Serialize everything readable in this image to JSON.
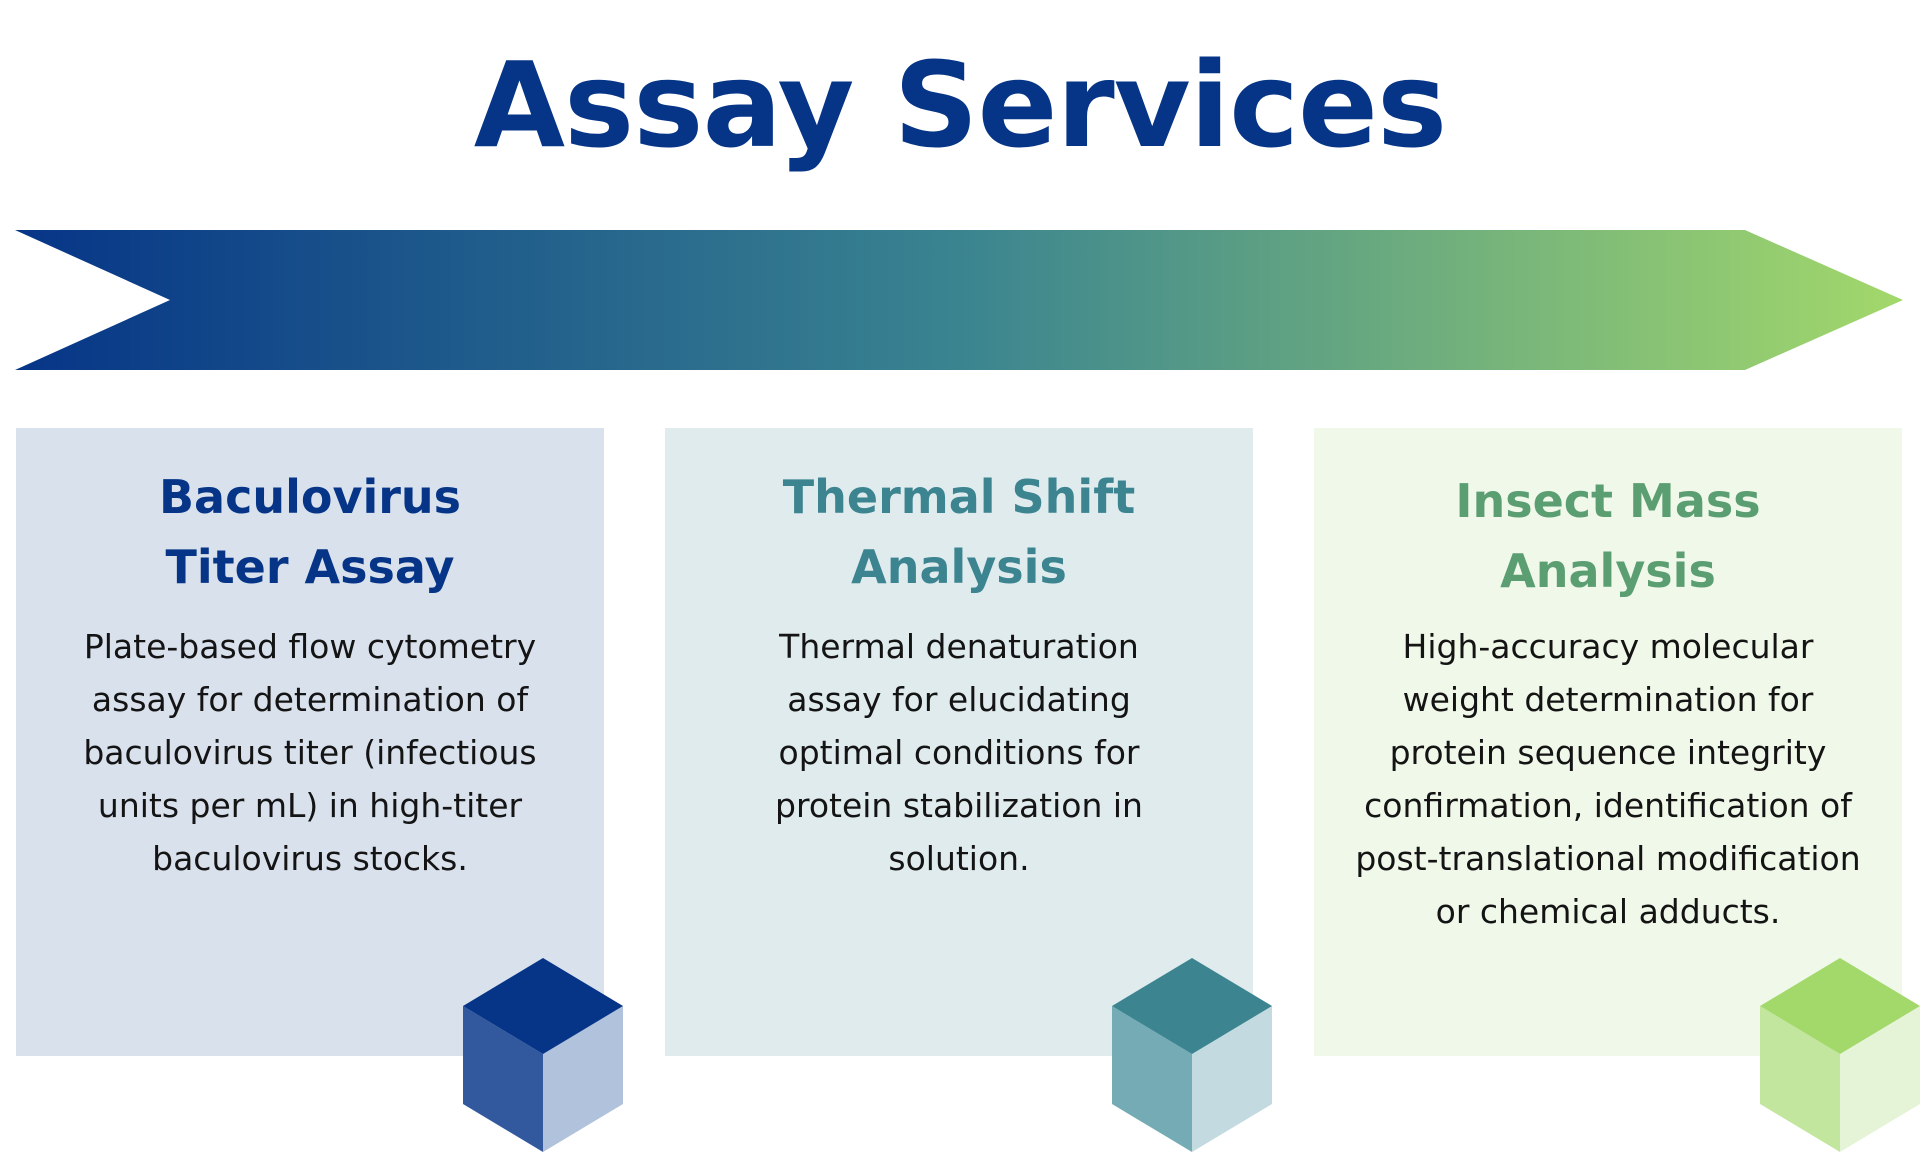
{
  "title": "Assay Services",
  "colors": {
    "title": "#063587",
    "arrow_start": "#063587",
    "arrow_mid": "#3a8490",
    "arrow_end": "#a3d86b"
  },
  "cards": [
    {
      "heading": "Baculovirus\nTiter Assay",
      "body": "Plate-based flow cytometry\nassay for determination of\nbaculovirus titer (infectious\nunits per mL) in high-titer\nbaculovirus stocks.",
      "heading_color": "#063587",
      "bg_color": "#d9e1ed",
      "cube": {
        "top": "#063587",
        "left": "#32599d",
        "right": "#b1c2dd",
        "icon": "cube-icon"
      }
    },
    {
      "heading": "Thermal Shift\nAnalysis",
      "body": "Thermal denaturation\nassay for elucidating\noptimal conditions for\nprotein stabilization in\nsolution.",
      "heading_color": "#3b8490",
      "bg_color": "#e0ebee",
      "cube": {
        "top": "#3b8490",
        "left": "#74abb4",
        "right": "#c3dbe0",
        "icon": "cube-icon"
      }
    },
    {
      "heading": "Insect Mass\nAnalysis",
      "body": "High-accuracy molecular\nweight determination for\nprotein sequence integrity\nconfirmation, identification of\npost-translational modification\nor chemical adducts.",
      "heading_color": "#5a9e71",
      "bg_color": "#f0f8ea",
      "cube": {
        "top": "#a3d86b",
        "left": "#c3e69e",
        "right": "#e5f4d6",
        "icon": "cube-icon"
      }
    }
  ]
}
